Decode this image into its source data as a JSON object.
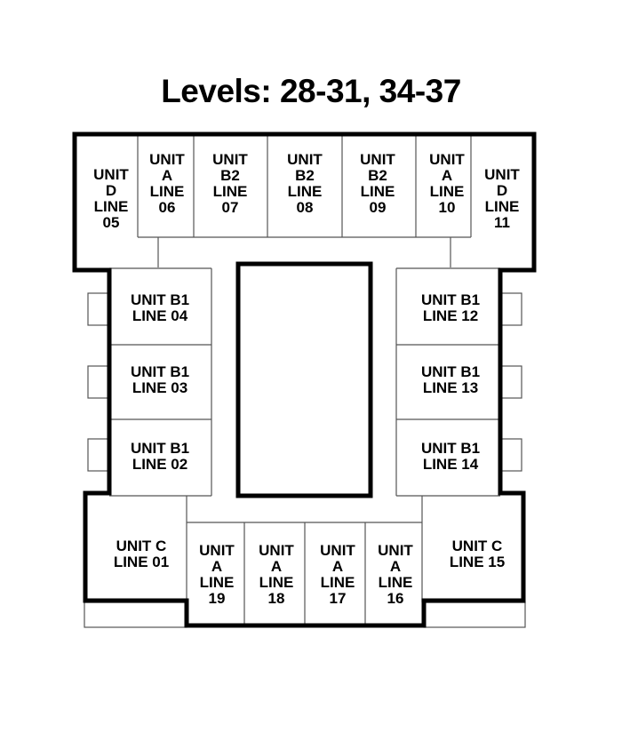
{
  "title": "Levels: 28-31, 34-37",
  "units": [
    {
      "id": "u05",
      "lines": [
        "UNIT",
        "D",
        "LINE",
        "05"
      ]
    },
    {
      "id": "u06",
      "lines": [
        "UNIT",
        "A",
        "LINE",
        "06"
      ]
    },
    {
      "id": "u07",
      "lines": [
        "UNIT",
        "B2",
        "LINE",
        "07"
      ]
    },
    {
      "id": "u08",
      "lines": [
        "UNIT",
        "B2",
        "LINE",
        "08"
      ]
    },
    {
      "id": "u09",
      "lines": [
        "UNIT",
        "B2",
        "LINE",
        "09"
      ]
    },
    {
      "id": "u10",
      "lines": [
        "UNIT",
        "A",
        "LINE",
        "10"
      ]
    },
    {
      "id": "u11",
      "lines": [
        "UNIT",
        "D",
        "LINE",
        "11"
      ]
    },
    {
      "id": "u04",
      "lines": [
        "UNIT B1",
        "LINE 04"
      ]
    },
    {
      "id": "u03",
      "lines": [
        "UNIT B1",
        "LINE 03"
      ]
    },
    {
      "id": "u02",
      "lines": [
        "UNIT B1",
        "LINE 02"
      ]
    },
    {
      "id": "u12",
      "lines": [
        "UNIT B1",
        "LINE 12"
      ]
    },
    {
      "id": "u13",
      "lines": [
        "UNIT B1",
        "LINE 13"
      ]
    },
    {
      "id": "u14",
      "lines": [
        "UNIT B1",
        "LINE 14"
      ]
    },
    {
      "id": "u01",
      "lines": [
        "UNIT C",
        "LINE 01"
      ]
    },
    {
      "id": "u15",
      "lines": [
        "UNIT C",
        "LINE 15"
      ]
    },
    {
      "id": "u19",
      "lines": [
        "UNIT",
        "A",
        "LINE",
        "19"
      ]
    },
    {
      "id": "u18",
      "lines": [
        "UNIT",
        "A",
        "LINE",
        "18"
      ]
    },
    {
      "id": "u17",
      "lines": [
        "UNIT",
        "A",
        "LINE",
        "17"
      ]
    },
    {
      "id": "u16",
      "lines": [
        "UNIT",
        "A",
        "LINE",
        "16"
      ]
    }
  ]
}
